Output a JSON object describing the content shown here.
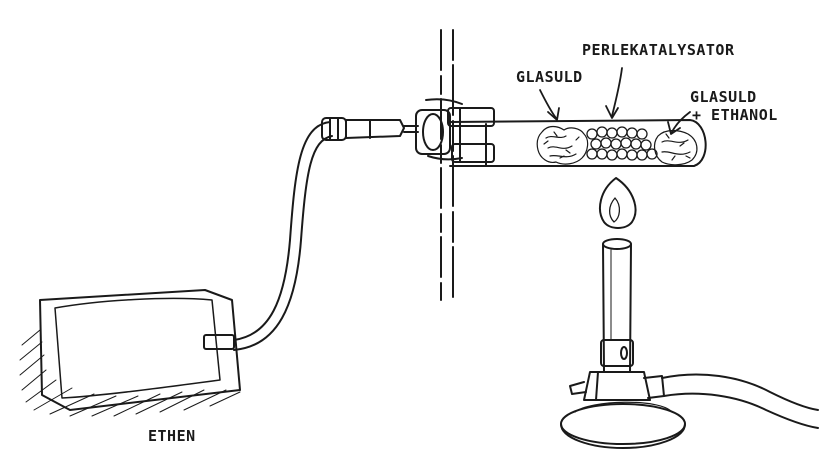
{
  "labels": {
    "ethen": "ETHEN",
    "glasuld": "GLASULD",
    "perlekatalysator": "PERLEKATALYSATOR",
    "glasuld_ethanol_line1": "GLASULD",
    "glasuld_ethanol_line2": "+ ETHANOL"
  },
  "colors": {
    "ink": "#1a1a1a",
    "background": "#ffffff"
  }
}
